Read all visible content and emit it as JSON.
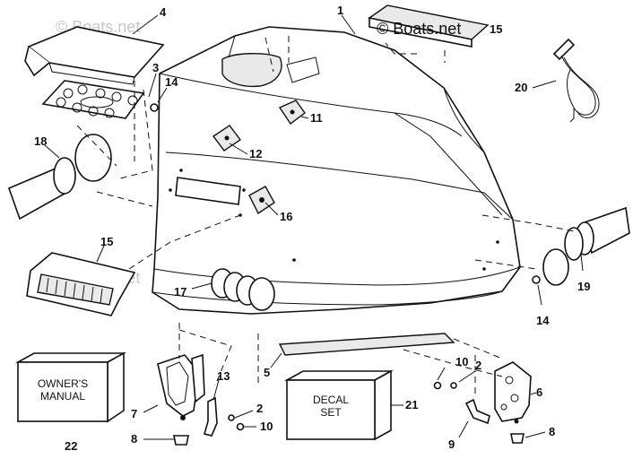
{
  "watermark": "© Boats.net",
  "callouts": {
    "c1": "1",
    "c2a": "2",
    "c2b": "2",
    "c3": "3",
    "c4": "4",
    "c5": "5",
    "c6": "6",
    "c7": "7",
    "c8a": "8",
    "c8b": "8",
    "c9": "9",
    "c10a": "10",
    "c10b": "10",
    "c11": "11",
    "c12": "12",
    "c13": "13",
    "c14a": "14",
    "c14b": "14",
    "c15a": "15",
    "c15b": "15",
    "c16": "16",
    "c17": "17",
    "c18": "18",
    "c19": "19",
    "c20": "20",
    "c21": "21",
    "c22": "22"
  },
  "boxes": {
    "owners_manual_line1": "OWNER'S",
    "owners_manual_line2": "MANUAL",
    "decal_set_line1": "DECAL",
    "decal_set_line2": "SET"
  }
}
